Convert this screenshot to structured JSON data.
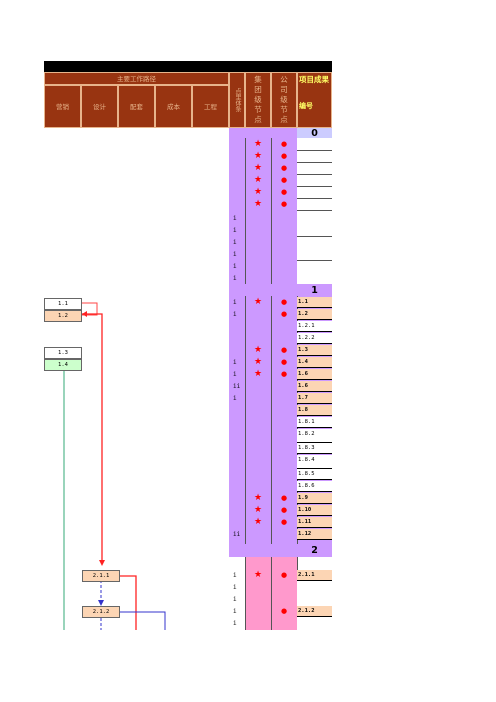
{
  "header": {
    "main_path_title": "主要工作路径",
    "columns": [
      "营销",
      "设计",
      "配套",
      "成本",
      "工程"
    ],
    "col_system": "点里体条",
    "col_group": "集团级节点",
    "col_company": "公司级节点",
    "col_result": "项目成果",
    "col_code": "编号"
  },
  "sections": {
    "s0": "0",
    "s1": "1",
    "s2": "2"
  },
  "flags": {
    "i": "i",
    "ii": "ii"
  },
  "symbols": {
    "star": "★",
    "dot": "●"
  },
  "codes": [
    "1.1",
    "1.2",
    "1.2.1",
    "1.2.2",
    "1.3",
    "1.4",
    "1.6",
    "1.6",
    "1.7",
    "1.8",
    "1.8.1",
    "1.8.2",
    "1.8.3",
    "1.8.4",
    "1.8.5",
    "1.8.6",
    "1.9",
    "1.10",
    "1.11",
    "1.12",
    "2.1.1",
    "2.1.2"
  ],
  "flow_boxes": [
    "1.1",
    "1.2",
    "1.3",
    "1.4",
    "2.1.1",
    "2.1.2"
  ],
  "colors": {
    "header_bg": "#983411",
    "header_text": "#e8b48b",
    "accent_yellow": "#ffff66",
    "purple": "#cc99ff",
    "pink": "#ff99cc",
    "peach": "#fcd5b4",
    "red": "#ff0000",
    "blue": "#3333cc",
    "green": "#33aa77"
  }
}
